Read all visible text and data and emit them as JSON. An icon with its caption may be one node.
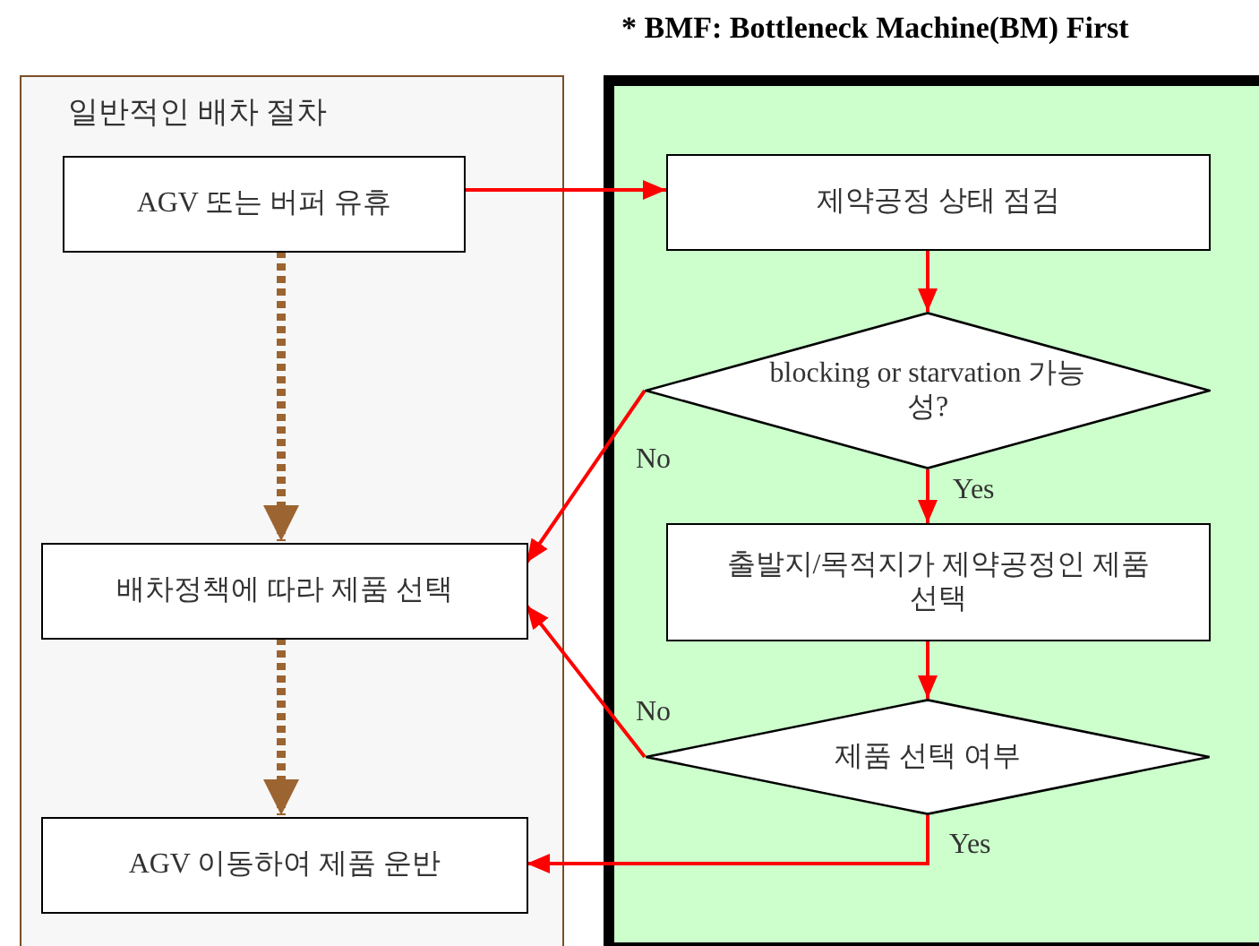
{
  "diagram": {
    "nodes": [
      {
        "text": [
          "일반적인 배차 절차"
        ]
      },
      {
        "text": [
          "AGV 또는 버퍼 유휴"
        ],
        "in": 0
      },
      {
        "text": [
          "배차정책에 따라 제품 선택"
        ],
        "in": 0
      },
      {
        "text": [
          "AGV 이동하여 제품 운반"
        ],
        "in": 0
      },
      {
        "text": [
          "* BMF: Bottleneck Machine(BM) First"
        ]
      },
      {
        "text": [
          "제약공정 상태 점검"
        ],
        "in": 4
      },
      {
        "text": [
          "blocking or starvation 가능성?"
        ],
        "in": 4
      },
      {
        "text": [
          "출발지/목적지가 제약공정인 제품 선택"
        ],
        "in": 4
      },
      {
        "text": [
          "제품 선택 여부"
        ],
        "in": 4
      }
    ],
    "edges": [
      {
        "from": 1,
        "to": 2,
        "arrow": "to",
        "style": "dashed",
        "color": "#9c6431"
      },
      {
        "from": 2,
        "to": 3,
        "arrow": "to",
        "style": "dashed",
        "color": "#9c6431"
      },
      {
        "from": 1,
        "to": 5,
        "arrow": "to"
      },
      {
        "from": 5,
        "to": 6,
        "arrow": "to"
      },
      {
        "from": 6,
        "to": 7,
        "arrow": "to",
        "label": "Yes"
      },
      {
        "from": 6,
        "to": 2,
        "arrow": "to",
        "label": "No"
      },
      {
        "from": 7,
        "to": 8,
        "arrow": "to"
      },
      {
        "from": 8,
        "to": 2,
        "arrow": "to",
        "label": "No"
      },
      {
        "from": 8,
        "to": 3,
        "arrow": "to",
        "label": "Yes"
      }
    ]
  }
}
